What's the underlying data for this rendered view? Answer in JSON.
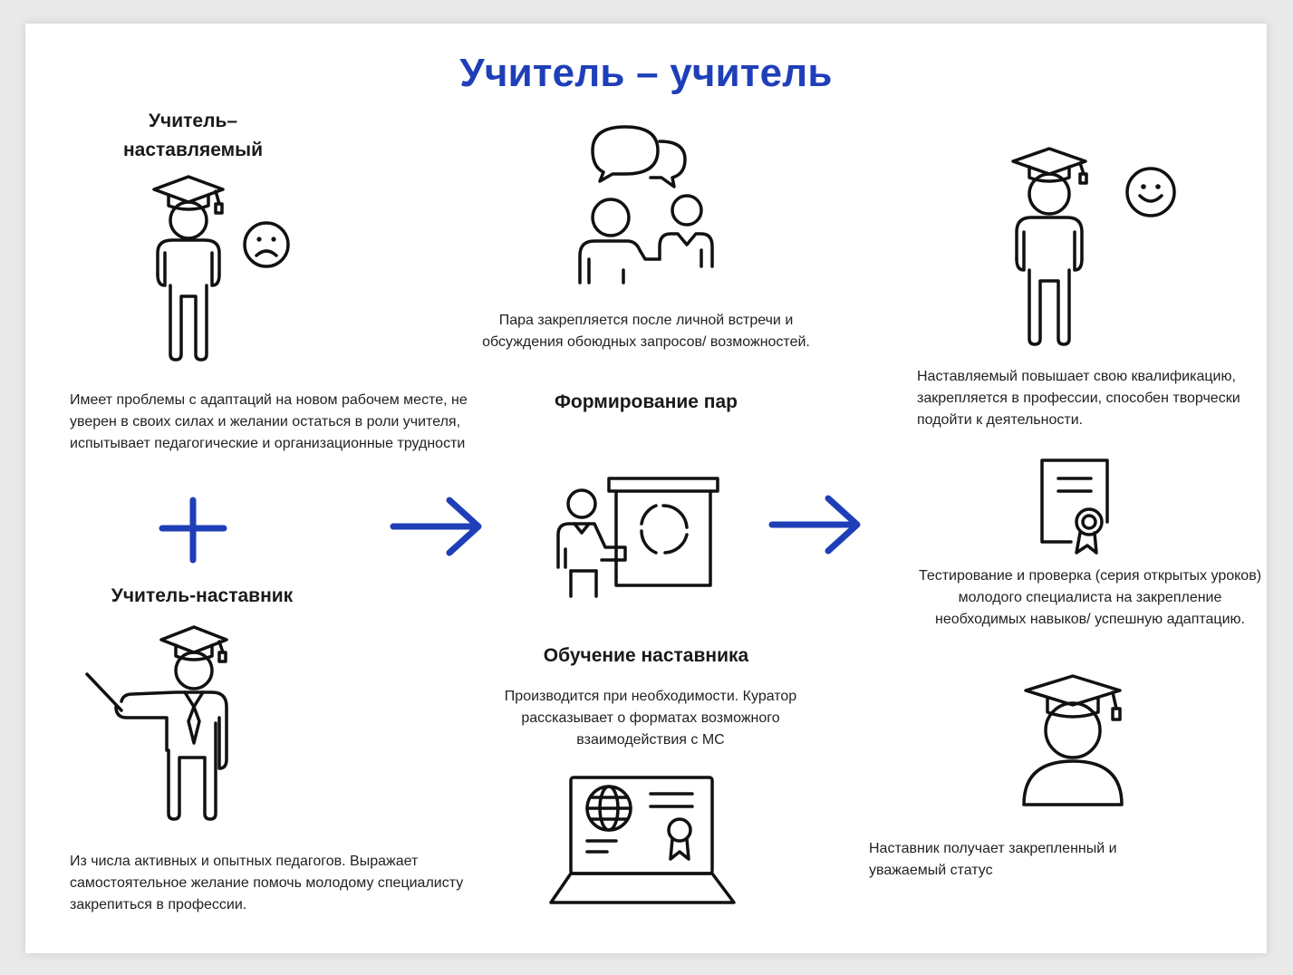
{
  "title": "Учитель – учитель",
  "mentee": {
    "heading": "Учитель–\nнаставляемый",
    "description": "Имеет проблемы с адаптаций на новом рабочем месте, не уверен в своих силах и желании остаться в роли учителя, испытывает педагогические и организационные трудности"
  },
  "mentor": {
    "heading": "Учитель-наставник",
    "description": "Из числа активных и опытных педагогов. Выражает самостоятельное желание помочь молодому специалисту закрепиться в профессии."
  },
  "pairing": {
    "note": "Пара закрепляется после личной встречи и обсуждения обоюдных запросов/ возможностей.",
    "heading": "Формирование пар"
  },
  "training": {
    "heading": "Обучение наставника",
    "note": "Производится при необходимости. Куратор рассказывает о форматах возможного взаимодействия с МС"
  },
  "results": {
    "mentee_result": "Наставляемый повышает свою квалификацию, закрепляется в профессии, способен творчески подойти к деятельности.",
    "testing": "Тестирование и проверка (серия открытых уроков) молодого специалиста на закрепление необходимых навыков/ успешную адаптацию.",
    "mentor_result": "Наставник получает закрепленный и уважаемый статус"
  },
  "icons": {
    "mentee": "graduate-figure-icon",
    "sad": "sad-face-icon",
    "happy": "smiley-face-icon",
    "mentor": "teacher-with-pointer-icon",
    "plus": "plus-icon",
    "arrow": "arrow-right-icon",
    "dialog": "two-people-talking-icon",
    "presentation": "presenter-board-icon",
    "laptop": "laptop-certificate-icon",
    "certificate": "certificate-icon",
    "bust": "graduate-bust-icon"
  },
  "colors": {
    "accent": "#1f3fb8",
    "ink": "#111111"
  }
}
